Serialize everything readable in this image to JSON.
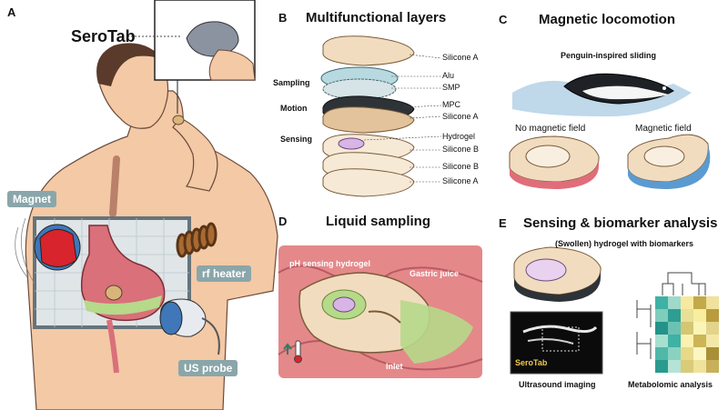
{
  "panels": {
    "a": {
      "letter": "A",
      "product": "SeroTab",
      "tags": [
        "Magnet",
        "rf heater",
        "US probe"
      ]
    },
    "b": {
      "letter": "B",
      "title": "Multifunctional layers",
      "groups": [
        "Sampling",
        "Motion",
        "Sensing"
      ],
      "layers": [
        "Silicone A",
        "Alu",
        "SMP",
        "MPC",
        "Silicone A",
        "Hydrogel",
        "Silicone B",
        "Silicone B",
        "Silicone A"
      ]
    },
    "c": {
      "letter": "C",
      "title": "Magnetic locomotion",
      "caption": "Penguin-inspired sliding",
      "no_field": "No magnetic field",
      "field": "Magnetic field"
    },
    "d": {
      "letter": "D",
      "title": "Liquid sampling",
      "ph": "pH sensing hydrogel",
      "juice": "Gastric juice",
      "inlet": "Inlet"
    },
    "e": {
      "letter": "E",
      "title": "Sensing & biomarker analysis",
      "hydrogel": "(Swollen) hydrogel with biomarkers",
      "us_tag": "SeroTab",
      "us_caption": "Ultrasound imaging",
      "meta_caption": "Metabolomic analysis"
    }
  },
  "colors": {
    "tag": "#8aa6aa",
    "skin": "#f3c9a6",
    "stomach": "#d9707a",
    "hydrogel": "#b6d98a",
    "magnet": "#d8242c",
    "probe": "#3f77b8"
  }
}
